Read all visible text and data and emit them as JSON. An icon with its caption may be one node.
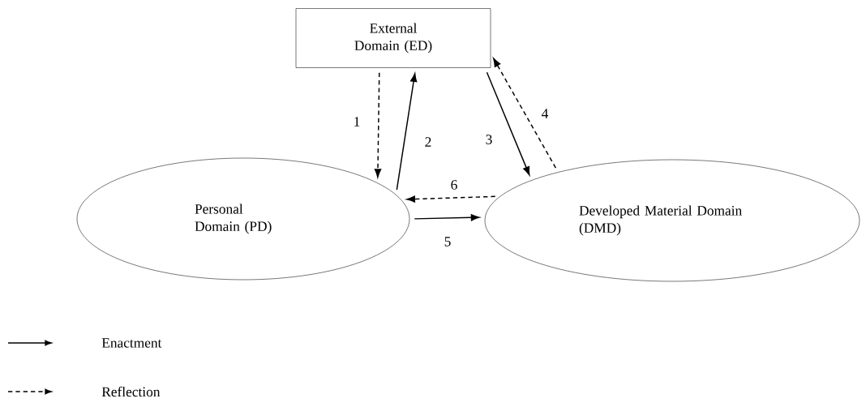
{
  "diagram": {
    "nodes": [
      {
        "text": [
          "External Domain (ED)"
        ]
      },
      {
        "text": [
          "Personal Domain (PD)"
        ]
      },
      {
        "text": [
          "Developed Material Domain (DMD)"
        ]
      }
    ],
    "edges": [
      {
        "from": 0,
        "to": 1,
        "arrow": "to",
        "style": "dashed",
        "label": "1"
      },
      {
        "from": 1,
        "to": 0,
        "arrow": "to",
        "label": "2"
      },
      {
        "from": 0,
        "to": 2,
        "arrow": "to",
        "label": "3"
      },
      {
        "from": 2,
        "to": 0,
        "arrow": "to",
        "style": "dashed",
        "label": "4"
      },
      {
        "from": 2,
        "to": 1,
        "arrow": "to",
        "style": "dashed",
        "label": "6"
      },
      {
        "from": 1,
        "to": 2,
        "arrow": "to",
        "label": "5"
      }
    ],
    "legend": [
      {
        "text": "Enactment"
      },
      {
        "text": "Reflection"
      }
    ]
  }
}
